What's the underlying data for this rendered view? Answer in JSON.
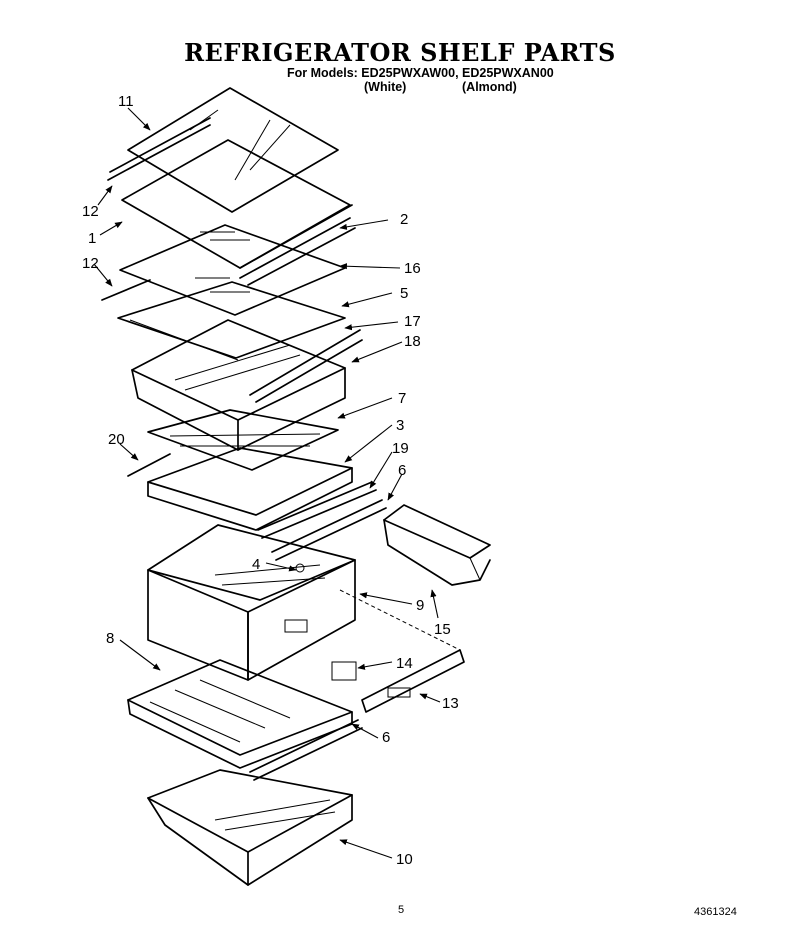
{
  "header": {
    "title": "REFRIGERATOR SHELF PARTS",
    "models_line": "For Models: ED25PWXAW00, ED25PWXAN00",
    "color_white": "(White)",
    "color_almond": "(Almond)"
  },
  "callouts": [
    "11",
    "12",
    "1",
    "12",
    "2",
    "16",
    "5",
    "17",
    "18",
    "7",
    "3",
    "20",
    "19",
    "6",
    "4",
    "9",
    "15",
    "8",
    "14",
    "13",
    "6",
    "10"
  ],
  "footer": {
    "page_number": "5",
    "document_number": "4361324"
  }
}
